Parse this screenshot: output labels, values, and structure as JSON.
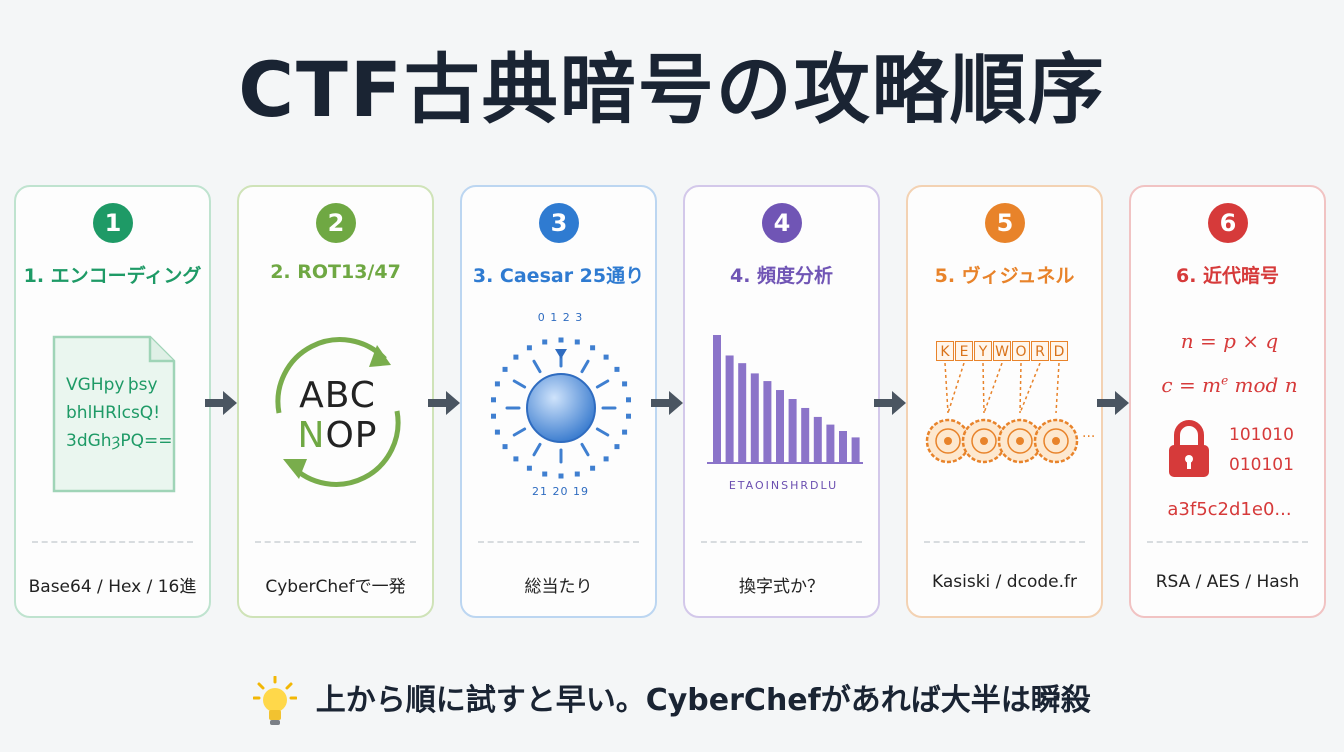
{
  "title": "CTF古典暗号の攻略順序",
  "steps": [
    {
      "num": "1",
      "title": "1. エンコーディング",
      "footer": "Base64 / Hex / 16進",
      "color": "#1e9a66",
      "border": "#bfe3cf",
      "art": {
        "lines": [
          "VGHpy​ þsy",
          "bhlHRlcsQ!",
          "3dGhȝPQ=="
        ]
      }
    },
    {
      "num": "2",
      "title": "2. ROT13/47",
      "footer": "CyberChefで一発",
      "color": "#6fa843",
      "border": "#cfe3b8",
      "art": {
        "top": "ABC",
        "bottom_n": "N",
        "bottom_rest": "OP"
      }
    },
    {
      "num": "3",
      "title": "3. Caesar 25通り",
      "footer": "総当たり",
      "color": "#2f7bd1",
      "border": "#bcd6f1",
      "art": {
        "dial_top": "0 1 2 3",
        "dial_bottom": "21 20 19"
      }
    },
    {
      "num": "4",
      "title": "4. 頻度分析",
      "footer": "換字式か？",
      "color": "#7055b5",
      "border": "#d3c8ea",
      "art": {
        "freq_letters": "ETAOINSHRDLU",
        "bars": [
          10,
          8.4,
          7.8,
          7,
          6.4,
          5.7,
          5,
          4.3,
          3.6,
          3,
          2.5,
          2
        ]
      }
    },
    {
      "num": "5",
      "title": "5. ヴィジュネル",
      "footer": "Kasiski / dcode.fr",
      "color": "#e8832a",
      "border": "#f3d2b3",
      "art": {
        "keyword": [
          "K",
          "E",
          "Y",
          "W",
          "O",
          "R",
          "D"
        ],
        "ellipsis": "..."
      }
    },
    {
      "num": "6",
      "title": "6. 近代暗号",
      "footer": "RSA / AES / Hash",
      "color": "#d63a3a",
      "border": "#f1c3c3",
      "art": {
        "f1": "n = p × q",
        "f2_pre": "c = m",
        "f2_sup": "e",
        "f2_post": " mod n",
        "bin1": "101010",
        "bin2": "010101",
        "hex": "a3f5c2d1e0..."
      }
    }
  ],
  "tip": "上から順に試すと早い。CyberChefがあれば大半は瞬殺"
}
